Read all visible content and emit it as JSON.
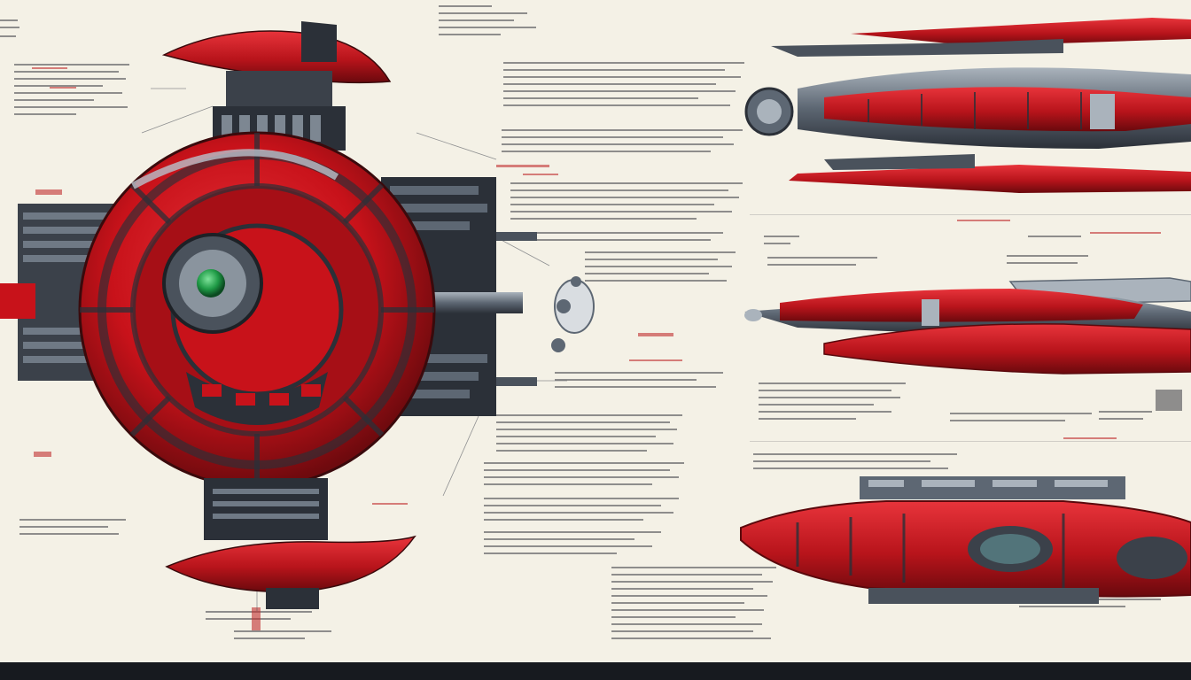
{
  "palette": {
    "paper": "#f4f1e6",
    "hull_red": "#c8121a",
    "hull_dark_red": "#7a0b10",
    "metal_dark": "#2b3038",
    "metal_mid": "#5d6773",
    "metal_light": "#aab3bc",
    "core_green": "#1f9a46",
    "text_ink": "#3c3c44",
    "accent_red_text": "#c03030",
    "footer_bg": "#171a1f"
  },
  "illustration": {
    "style": "concept-art spaceship schematic sheet with illegible annotation text",
    "ships": [
      {
        "id": "round-station",
        "view": "front",
        "accent": "red"
      },
      {
        "id": "long-cruiser",
        "view": "side",
        "accent": "red"
      },
      {
        "id": "sleek-fighter",
        "view": "side",
        "accent": "red"
      },
      {
        "id": "heavy-frigate",
        "view": "side",
        "accent": "red"
      }
    ],
    "text_is_legible": false
  }
}
